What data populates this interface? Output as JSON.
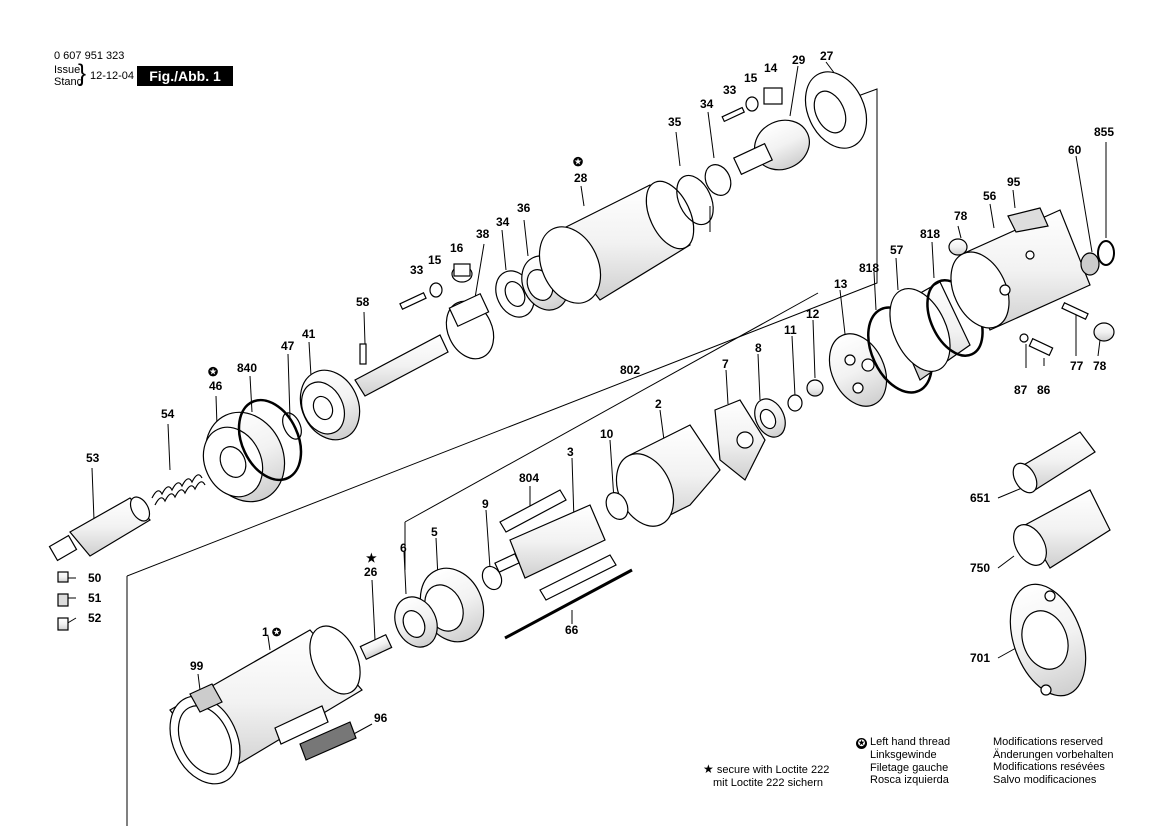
{
  "header": {
    "part_number": "0 607 951 323",
    "issue_label": "Issue",
    "stand_label": "Stand",
    "issue_date": "12-12-04",
    "figure_label": "Fig./Abb. 1"
  },
  "labels": {
    "p1": "1",
    "p2": "2",
    "p3": "3",
    "p5": "5",
    "p6": "6",
    "p7": "7",
    "p8": "8",
    "p9": "9",
    "p10": "10",
    "p11": "11",
    "p12": "12",
    "p13": "13",
    "p14": "14",
    "p15a": "15",
    "p15b": "15",
    "p16": "16",
    "p26": "26",
    "p27": "27",
    "p28": "28",
    "p29": "29",
    "p33a": "33",
    "p33b": "33",
    "p34a": "34",
    "p34b": "34",
    "p35": "35",
    "p36": "36",
    "p38": "38",
    "p41": "41",
    "p46": "46",
    "p47": "47",
    "p50": "50",
    "p51": "51",
    "p52": "52",
    "p53": "53",
    "p54": "54",
    "p56": "56",
    "p57": "57",
    "p58": "58",
    "p60": "60",
    "p66": "66",
    "p77": "77",
    "p78a": "78",
    "p78b": "78",
    "p86": "86",
    "p87": "87",
    "p95": "95",
    "p96": "96",
    "p99": "99",
    "p651": "651",
    "p701": "701",
    "p750": "750",
    "p802": "802",
    "p804": "804",
    "p818a": "818",
    "p818b": "818",
    "p840": "840",
    "p855": "855"
  },
  "legend": {
    "loctite": [
      "secure with Loctite 222",
      "mit Loctite 222 sichern"
    ],
    "left_hand_thread": [
      "Left hand thread",
      "Linksgewinde",
      "Filetage gauche",
      "Rosca izquierda"
    ],
    "modifications": [
      "Modifications reserved",
      "Änderungen vorbehalten",
      "Modifications resévées",
      "Salvo modificaciones"
    ]
  }
}
